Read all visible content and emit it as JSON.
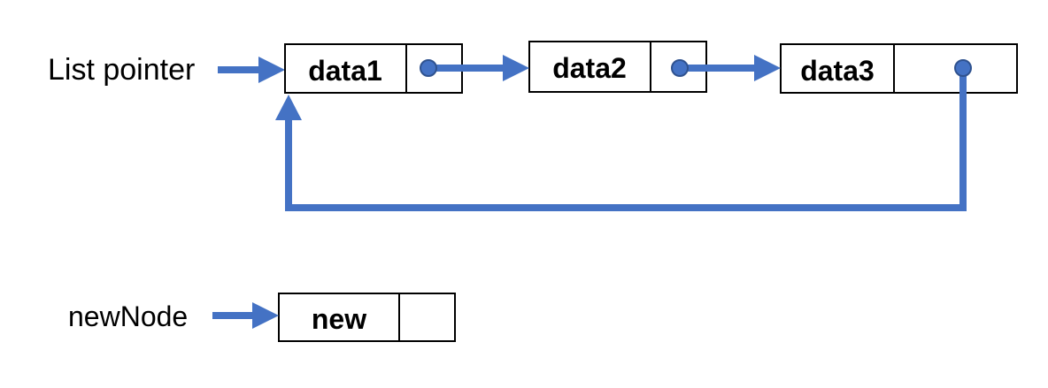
{
  "labels": {
    "list_pointer": "List pointer",
    "new_node": "newNode"
  },
  "nodes": [
    {
      "id": "node-data1",
      "text": "data1"
    },
    {
      "id": "node-data2",
      "text": "data2"
    },
    {
      "id": "node-data3",
      "text": "data3"
    },
    {
      "id": "node-new",
      "text": "new"
    }
  ],
  "colors": {
    "arrow": "#4472C4",
    "node_border": "#000000",
    "dot_stroke": "#2F528F"
  }
}
